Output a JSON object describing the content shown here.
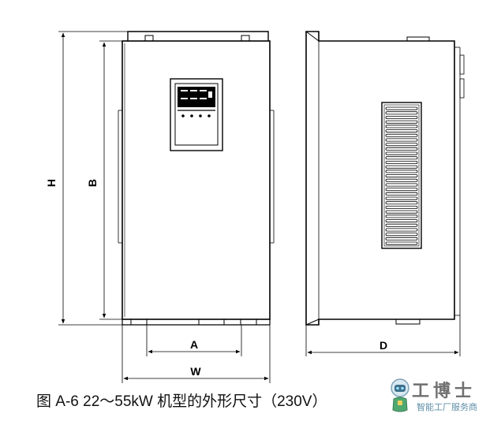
{
  "figure": {
    "caption": "图 A-6 22～55kW 机型的外形尺寸（230V）",
    "dimension_labels": {
      "H": "H",
      "B": "B",
      "A": "A",
      "W": "W",
      "D": "D"
    }
  },
  "watermark": {
    "name": "工博士",
    "tagline": "智能工厂服务商",
    "logo": "robot-mascot-logo"
  }
}
